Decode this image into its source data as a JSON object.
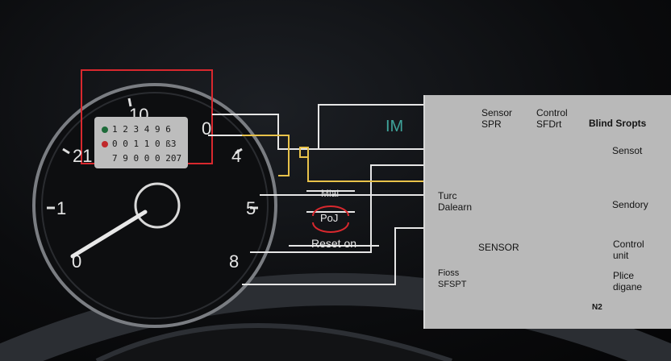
{
  "gauge": {
    "tick_top": "10",
    "tick_right_top": "0",
    "tick_left_top": "21",
    "tick_right_mid": "4",
    "tick_left_mid": "1",
    "tick_right_low": "5",
    "tick_left_low": "0",
    "tick_right_bottom": "8"
  },
  "digit_display": {
    "row1": "1 2 3 4 9 6",
    "row2": "0 0 1 1 0 ß3",
    "row3": "7 9 0 0 0 207",
    "dot1_color": "#1e6b3a",
    "dot2_color": "#c0282b"
  },
  "center_labels": {
    "im": "IM",
    "mid_label": "Mlal",
    "icon_text": "PoJ",
    "reset_label": "Reset on"
  },
  "panel": {
    "sensor_top": "Sensor\nSPR",
    "control_top": "Control\nSFDrt",
    "blind_spots": "Blind Sropts",
    "sensot": "Sensot",
    "tur": "Turc\nDalearn",
    "sendory": "Sendory",
    "sensor_mid": "SENSOR",
    "fioss": "Fioss\nSFSPT",
    "control_unit": "Control\nunit",
    "plice": "Plice\ndigane",
    "badge": "N2"
  },
  "colors": {
    "highlight_box": "#d9282e",
    "yellow_wire": "#e8c24a",
    "teal_text": "#3fa39a",
    "sensor_yellow": "#f1b81c"
  }
}
